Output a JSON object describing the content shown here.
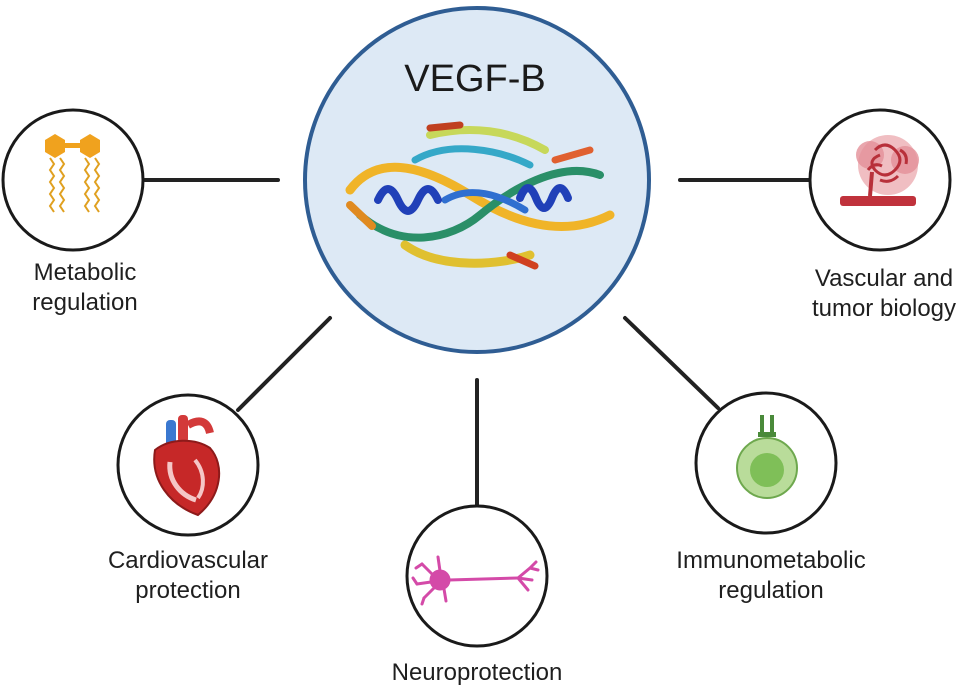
{
  "hub": {
    "title": "VEGF-B",
    "fill": "#dde9f5",
    "stroke": "#2f5d93"
  },
  "nodes": [
    {
      "id": "metabolic",
      "lines": [
        "Metabolic",
        "regulation"
      ],
      "icon": "lipid-molecule-icon"
    },
    {
      "id": "cardio",
      "lines": [
        "Cardiovascular",
        "protection"
      ],
      "icon": "heart-icon"
    },
    {
      "id": "neuro",
      "lines": [
        "Neuroprotection"
      ],
      "icon": "neuron-icon"
    },
    {
      "id": "immuno",
      "lines": [
        "Immunometabolic",
        "regulation"
      ],
      "icon": "immune-cell-icon"
    },
    {
      "id": "vascular",
      "lines": [
        "Vascular and",
        "tumor biology"
      ],
      "icon": "tumor-vessel-icon"
    }
  ],
  "colors": {
    "connector": "#222222",
    "node_border": "#1a1a1a"
  }
}
